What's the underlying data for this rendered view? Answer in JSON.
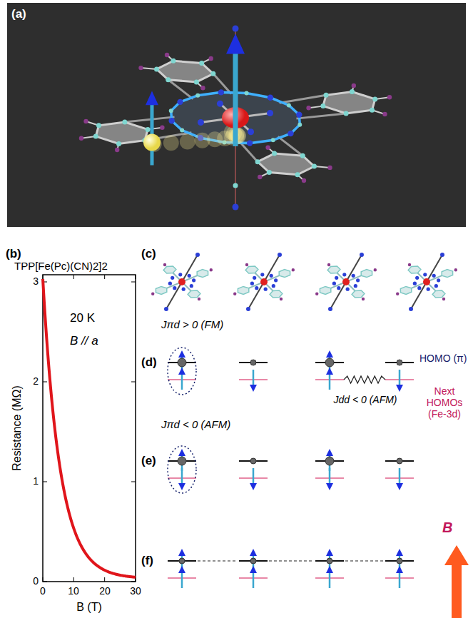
{
  "diagram": {
    "labels": [
      "(a)",
      "(b)",
      "TPP[Fe(Pc)(CN)2]2",
      "20 K",
      "B // a",
      "Resistance (MΩ)",
      "B (T)",
      "0",
      "1",
      "2",
      "3",
      "0",
      "10",
      "20",
      "30",
      "(c)",
      "Jπd > 0 (FM)",
      "(d)",
      "HOMO (π)",
      "Next HOMOs (Fe-3d)",
      "Jdd < 0 (AFM)",
      "Jπd < 0 (AFM)",
      "(e)",
      "(f)",
      "B"
    ]
  }
}
